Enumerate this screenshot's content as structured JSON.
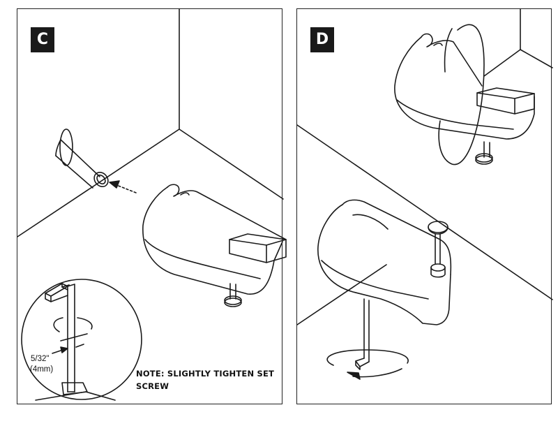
{
  "panels": {
    "c": {
      "label": "C"
    },
    "d": {
      "label": "D"
    }
  },
  "inset": {
    "dimension_inch": "5/32\"",
    "dimension_mm": "(4mm)",
    "icons": [
      "hex-key-icon",
      "rotation-arrow-icon"
    ]
  },
  "note": "NOTE: SLIGHTLY TIGHTEN SET SCREW"
}
